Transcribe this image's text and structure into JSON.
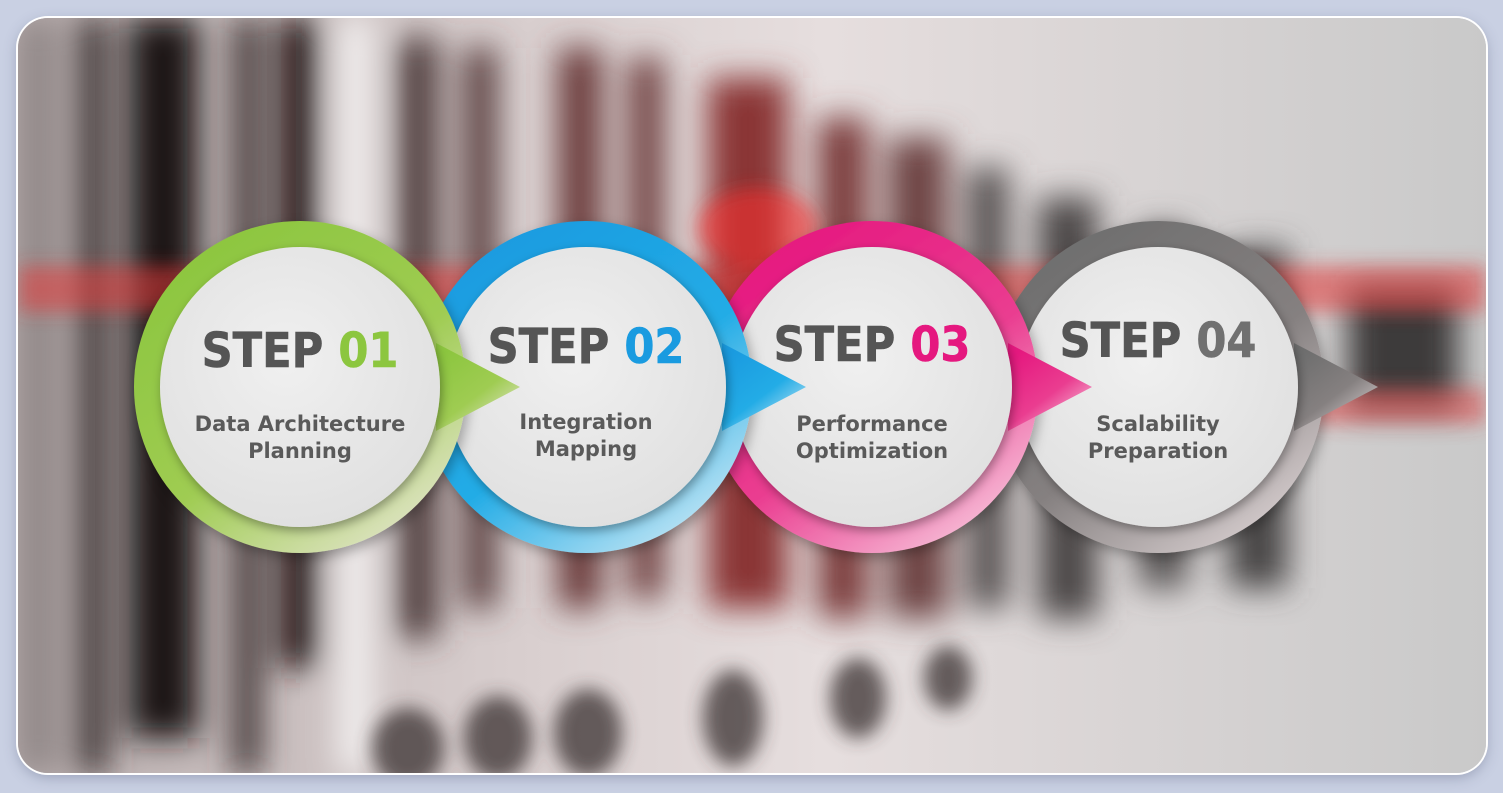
{
  "steps": [
    {
      "prefix": "STEP",
      "number": "01",
      "label_lines": [
        "Data Architecture",
        "Planning"
      ],
      "color": "#8cc63f",
      "color_light": "#d9e6a8"
    },
    {
      "prefix": "STEP",
      "number": "02",
      "label_lines": [
        "Integration",
        "Mapping"
      ],
      "color": "#1a9be0",
      "color_light": "#a9ddf3"
    },
    {
      "prefix": "STEP",
      "number": "03",
      "label_lines": [
        "Performance",
        "Optimization"
      ],
      "color": "#e5187f",
      "color_light": "#f6b4d2"
    },
    {
      "prefix": "STEP",
      "number": "04",
      "label_lines": [
        "Scalability",
        "Preparation"
      ],
      "color": "#707070",
      "color_light": "#c7bfc0"
    }
  ],
  "colors": {
    "page_background": "#c9d0e3",
    "circle_fill": "#e7e7e7",
    "title_text": "#555555",
    "label_text": "#5a5a5a"
  }
}
